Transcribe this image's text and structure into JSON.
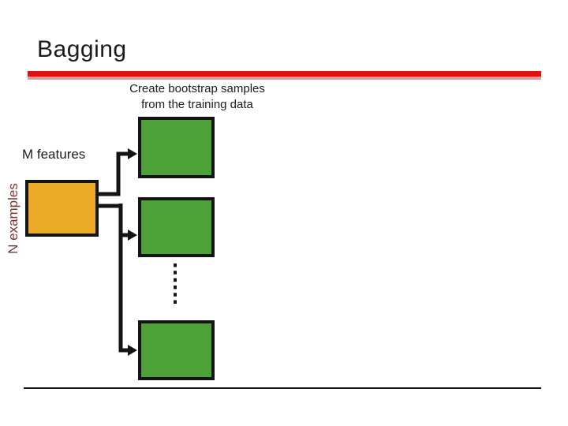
{
  "slide": {
    "title": "Bagging",
    "caption": {
      "line1": "Create bootstrap samples",
      "line2": "from the training data"
    },
    "diagram": {
      "m_features_label": "M features",
      "n_examples_label": "N examples",
      "bootstrap_sample_count": 3
    },
    "colors": {
      "underline_red": "#DE1310",
      "underline_shadow": "#CBA5A3",
      "training_box_fill": "#EBAB27",
      "bootstrap_box_fill": "#4DA137",
      "box_border": "#141414",
      "connector": "#141414",
      "n_examples_text": "#7E342C",
      "footer_line": "#161616"
    }
  }
}
